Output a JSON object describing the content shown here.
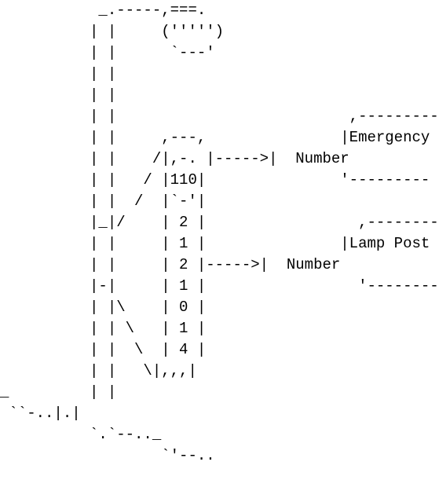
{
  "diagram": {
    "lines": [
      "           _.-----,===.",
      "          | |     (''''')",
      "          | |      `---'",
      "          | |",
      "          | |",
      "          | |                          ,---------",
      "          | |     ,---,               |Emergency",
      "          | |    /|,-. |----->|  Number",
      "          | |   / |110|               '---------",
      "          | |  /  |`-'|",
      "          |_|/    | 2 |                 ,---------",
      "          | |     | 1 |               |Lamp Post",
      "          | |     | 2 |----->|  Number",
      "          |-|     | 1 |                 '---------",
      "          | |\\    | 0 |",
      "          | | \\   | 1 |",
      "          | |  \\  | 4 |",
      "          | |   \\|,,,|",
      "_         | |",
      " ``-..|.|",
      "          `.`--.._",
      "                  `'--.."
    ]
  }
}
